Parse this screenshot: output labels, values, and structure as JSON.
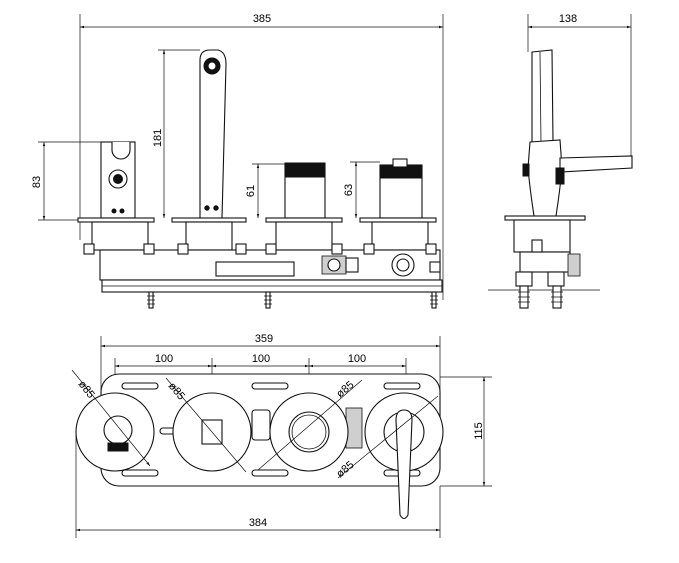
{
  "front_view": {
    "width_label": "385",
    "spout_height_label": "181",
    "handshower_height_label": "83",
    "handle_height_label": "61",
    "lever_height_label": "63"
  },
  "side_view": {
    "depth_label": "138"
  },
  "top_view": {
    "plate_width_label": "359",
    "spacing_labels": [
      "100",
      "100",
      "100"
    ],
    "overall_width_label": "384",
    "plate_height_label": "115",
    "diameter_labels": [
      "ø85",
      "ø85",
      "ø85",
      "ø85"
    ]
  },
  "colors": {
    "line": "#111111",
    "fill": "#ffffff",
    "accent": "#000000"
  }
}
